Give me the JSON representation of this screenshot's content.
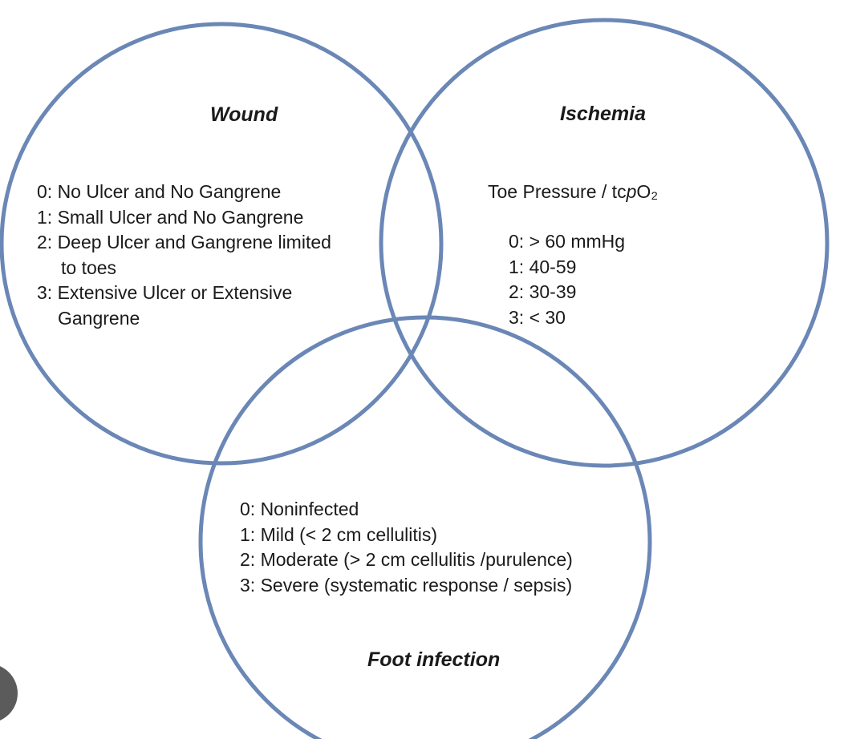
{
  "wound": {
    "title": "Wound",
    "items": [
      "0: No Ulcer and No Gangrene",
      "1: Small Ulcer and No Gangrene",
      "2: Deep Ulcer and Gangrene limited",
      "to toes",
      "3: Extensive Ulcer or Extensive",
      "Gangrene"
    ]
  },
  "ischemia": {
    "title": "Ischemia",
    "measure_prefix": "Toe Pressure / tc",
    "measure_italic": "p",
    "measure_suffix": "O₂",
    "items": [
      "0: > 60 mmHg",
      "1: 40-59",
      "2: 30-39",
      "3: < 30"
    ]
  },
  "foot_infection": {
    "title": "Foot infection",
    "items": [
      "0: Noninfected",
      "1: Mild (< 2 cm cellulitis)",
      "2: Moderate (> 2 cm cellulitis /purulence)",
      "3: Severe (systematic response / sepsis)"
    ]
  },
  "colors": {
    "circle_stroke": "#6a87b6",
    "text": "#1a1a1a"
  }
}
